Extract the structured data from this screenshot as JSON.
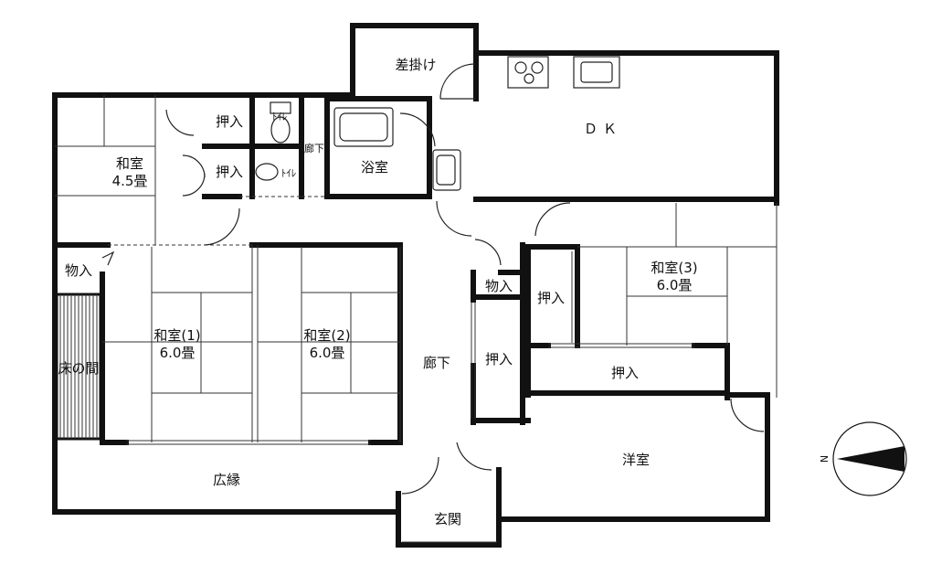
{
  "rooms": {
    "sakake": "差掛け",
    "dk": "ＤＫ",
    "oshiire_a": "押入",
    "toilet_a": "ﾄｲﾚ",
    "oshiire_b": "押入",
    "toilet_b": "ﾄｲﾚ",
    "roka_small": "廊下",
    "yokushitsu": "浴室",
    "washitsu45_name": "和室",
    "washitsu45_size": "4.5畳",
    "mono_left": "物入",
    "tokonoma": "床の間",
    "washitsu1_name": "和室(1)",
    "washitsu1_size": "6.0畳",
    "washitsu2_name": "和室(2)",
    "washitsu2_size": "6.0畳",
    "roka": "廊下",
    "mono_mid": "物入",
    "oshiire_c": "押入",
    "oshiire_d": "押入",
    "washitsu3_name": "和室(3)",
    "washitsu3_size": "6.0畳",
    "oshiire_e": "押入",
    "yoshitsu": "洋室",
    "hiroen": "広縁",
    "genkan": "玄関"
  },
  "compass": {
    "north_letter": "N",
    "icon": "compass-icon"
  }
}
